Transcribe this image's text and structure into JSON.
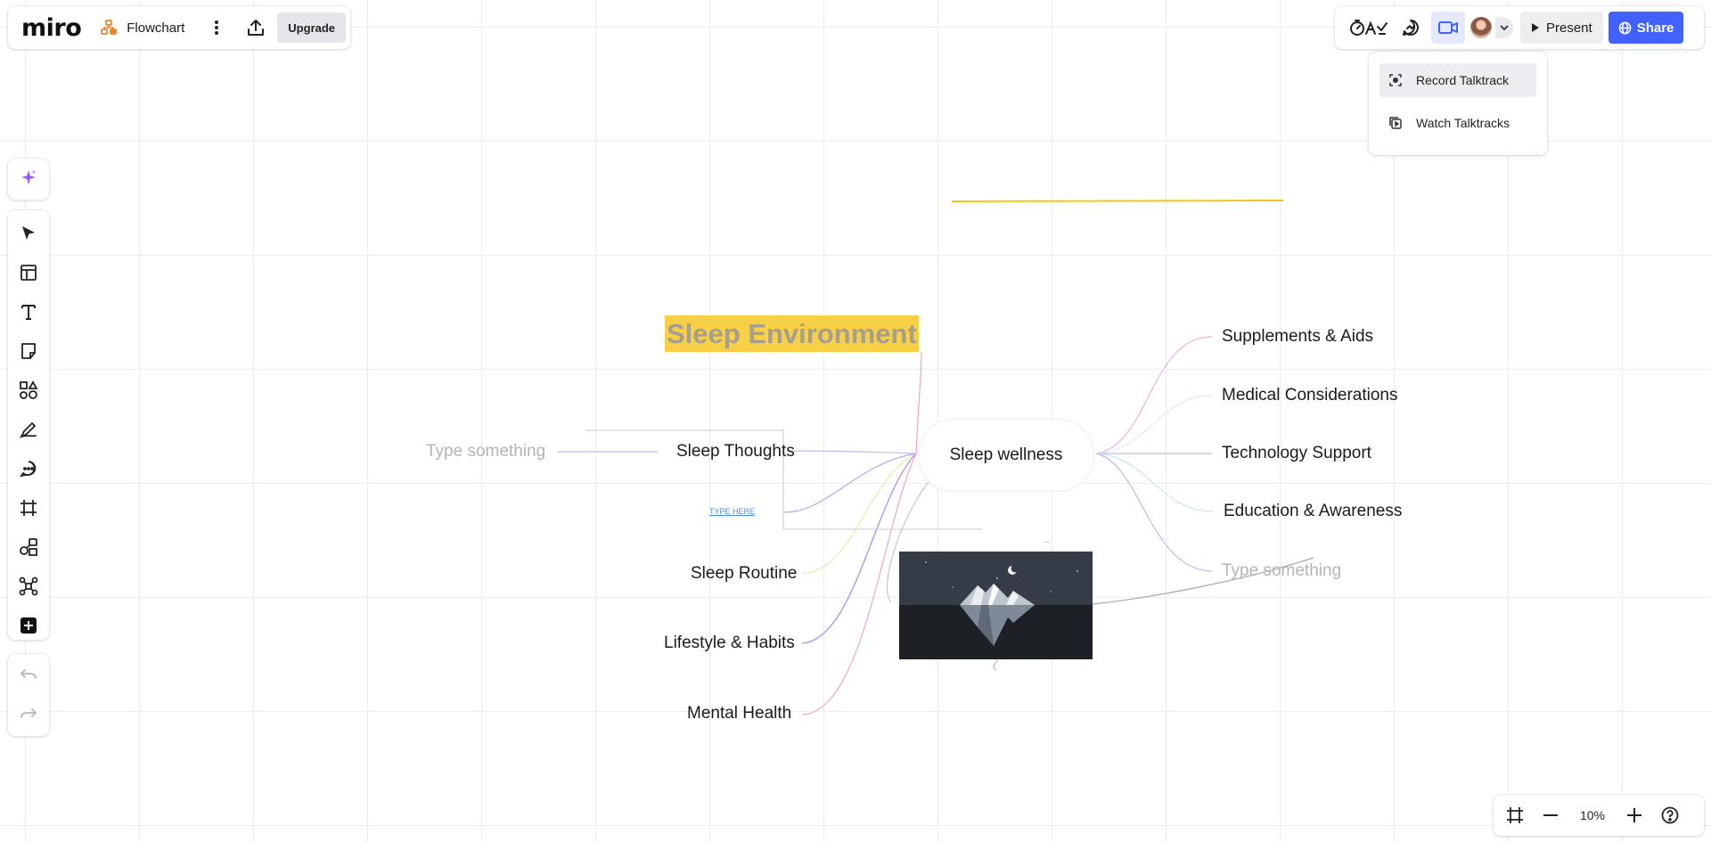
{
  "app": {
    "logo_text": "miro",
    "board_name": "Flowchart",
    "upgrade_label": "Upgrade"
  },
  "topbar_right": {
    "present_label": "Present",
    "share_label": "Share",
    "icons": [
      "timer-reactions-icon",
      "chat-icon",
      "talktrack-video-icon",
      "avatar",
      "chevron-down-icon"
    ]
  },
  "talktrack_menu": {
    "items": [
      {
        "label": "Record Talktrack",
        "icon": "record-icon"
      },
      {
        "label": "Watch Talktracks",
        "icon": "watch-icon"
      }
    ]
  },
  "toolbar": {
    "tools": [
      "ai-sparkle",
      "select",
      "templates",
      "text",
      "sticky-note",
      "shapes",
      "pen",
      "comment",
      "frame",
      "diagram",
      "mind-map",
      "more-apps"
    ]
  },
  "zoom": {
    "value": "10%"
  },
  "canvas": {
    "heading": "Sleep Environment",
    "center": "Sleep wellness",
    "left_nodes": [
      "Sleep Thoughts",
      "Sleep Routine",
      "Lifestyle & Habits",
      "Mental Health"
    ],
    "left_placeholder": "Type something",
    "type_here": "TYPE HERE",
    "right_nodes": [
      "Supplements & Aids",
      "Medical Considerations",
      "Technology Support",
      "Education & Awareness"
    ],
    "right_placeholder": "Type something"
  },
  "colors": {
    "accent": "#4262ff",
    "heading_highlight": "#f8d046",
    "yellow_line": "#f5c518"
  }
}
